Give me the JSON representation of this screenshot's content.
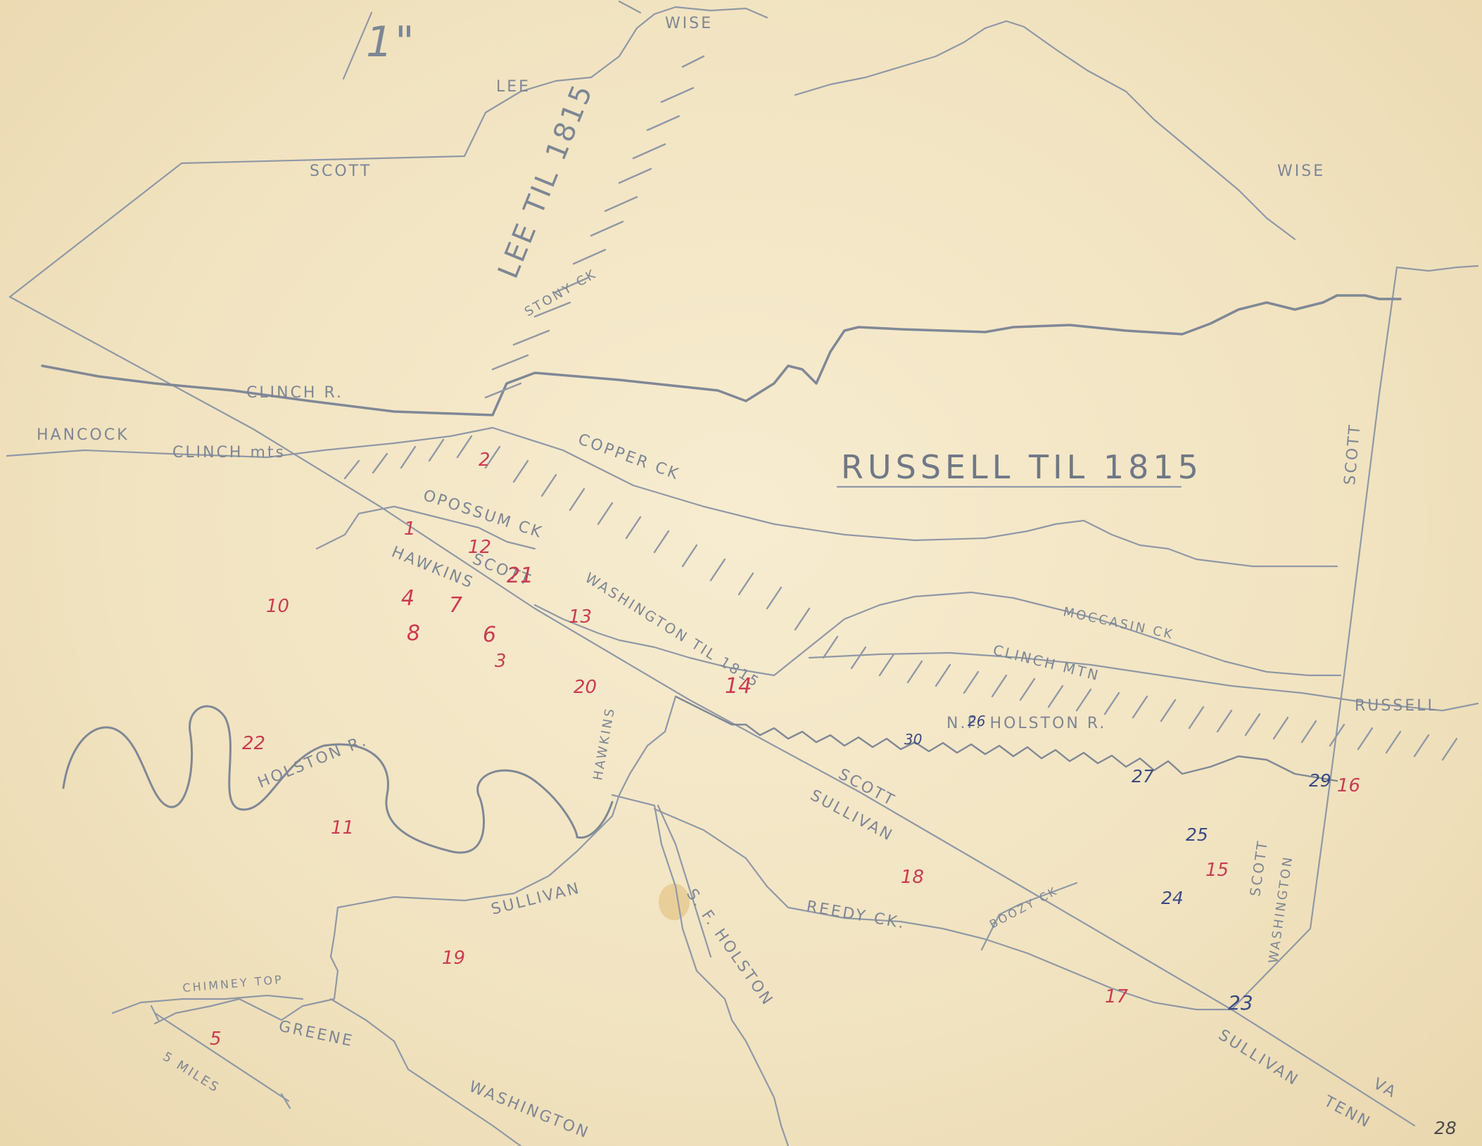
{
  "map": {
    "scale_note": "1\"",
    "scale_bar": "5 MILES",
    "title": "RUSSELL TIL 1815",
    "labels": {
      "lee_top": "LEE",
      "wise_top": "WISE",
      "wise_right": "WISE",
      "scott_top": "SCOTT",
      "lee_til": "LEE TIL 1815",
      "stony_ck": "STONY CK",
      "clinch_r": "CLINCH R.",
      "hancock": "HANCOCK",
      "clinch_mts": "CLINCH mts",
      "copper_ck": "COPPER CK",
      "opossum_ck": "OPOSSUM CK",
      "hawkins_left": "HAWKINS",
      "scott_mid": "SCOTT",
      "washington_til": "WASHINGTON TIL 1815",
      "moccasin_ck": "MOCCASIN CK",
      "clinch_mtn": "CLINCH MTN",
      "russell_right": "RUSSELL",
      "scott_right": "SCOTT",
      "nf_holston": "N.F. HOLSTON R.",
      "holston_r": "HOLSTON R.",
      "hawkins_mid": "HAWKINS",
      "scott_diag": "SCOTT",
      "sullivan_diag": "SULLIVAN",
      "sullivan_mid": "SULLIVAN",
      "reedy_ck": "REEDY CK.",
      "boozy_ck": "BOOZY CK",
      "sf_holston": "S. F. HOLSTON",
      "scott_bottom": "SCOTT",
      "washington_right": "WASHINGTON",
      "chimney_top": "CHIMNEY TOP",
      "greene": "GREENE",
      "washington_bottom": "WASHINGTON",
      "sullivan_bottom": "SULLIVAN",
      "tenn": "TENN",
      "va": "VA"
    },
    "red_numbers": [
      "1",
      "2",
      "3",
      "4",
      "5",
      "6",
      "7",
      "8",
      "10",
      "11",
      "12",
      "13",
      "14",
      "15",
      "16",
      "17",
      "18",
      "19",
      "20",
      "21",
      "22"
    ],
    "blue_numbers": [
      "23",
      "24",
      "25",
      "26",
      "27",
      "28",
      "29",
      "30"
    ]
  }
}
